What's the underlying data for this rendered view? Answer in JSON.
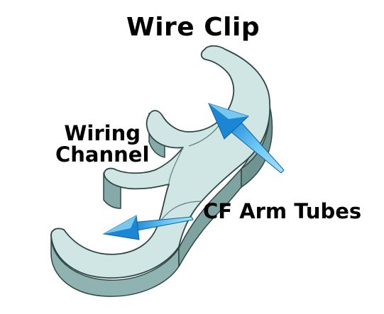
{
  "title": "Wire Clip",
  "labels": {
    "wiring_channel_line1": "Wiring",
    "wiring_channel_line2": "Channel",
    "cf_arm_tubes": "CF Arm Tubes"
  },
  "colors": {
    "clip_top": "#cfe6e4",
    "clip_side": "#8fb3b0",
    "clip_side_dark": "#6f9390",
    "clip_outline": "#2f4746",
    "arrow_light": "#8fd8f8",
    "arrow_dark": "#1b86d4",
    "text": "#000000",
    "background": "#ffffff"
  }
}
